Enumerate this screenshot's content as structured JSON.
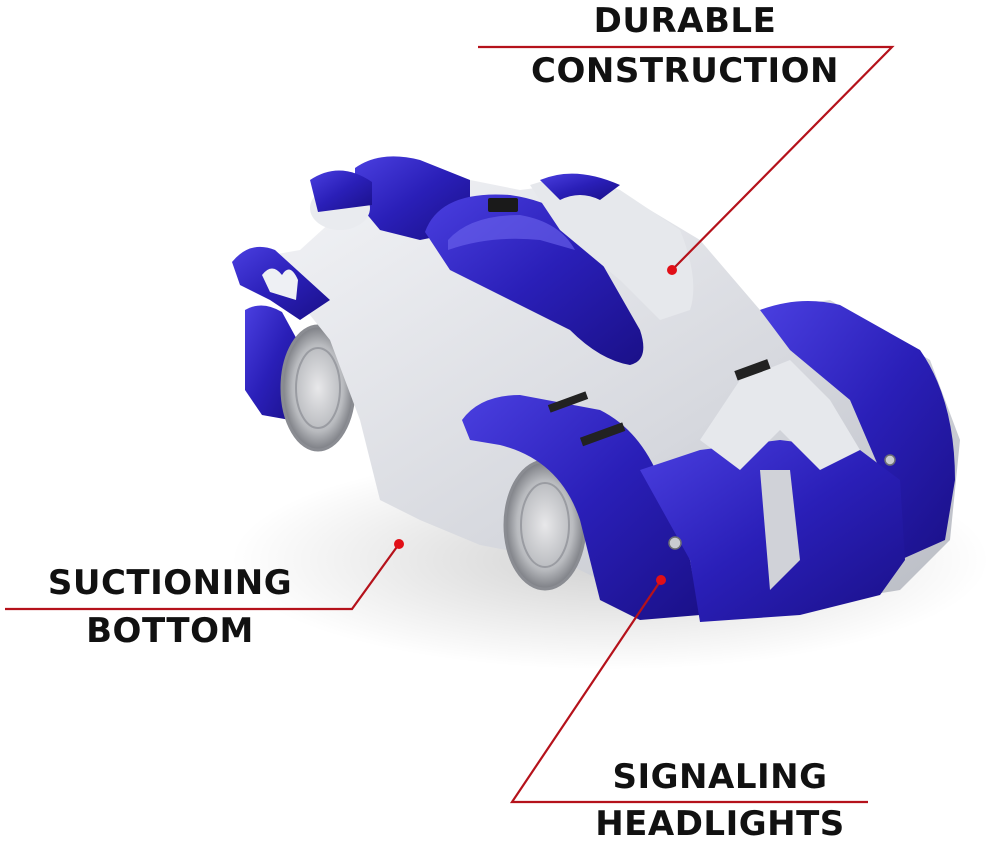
{
  "product": {
    "name": "remote-control-wall-climbing-car",
    "body_color": "#2a1fb8",
    "trim_color": "#d9dbe0"
  },
  "callouts": [
    {
      "id": "durable-construction",
      "line1": "DURABLE",
      "line2": "CONSTRUCTION",
      "dot": [
        672,
        270
      ],
      "elbow": [
        892,
        47
      ],
      "line_end": [
        478,
        47
      ]
    },
    {
      "id": "suctioning-bottom",
      "line1": "SUCTIONING",
      "line2": "BOTTOM",
      "dot": [
        399,
        544
      ],
      "elbow": [
        352,
        609
      ],
      "line_end": [
        5,
        609
      ]
    },
    {
      "id": "signaling-headlights",
      "line1": "SIGNALING",
      "line2": "HEADLIGHTS",
      "dot": [
        661,
        580
      ],
      "elbow": [
        512,
        802
      ],
      "line_end": [
        868,
        802
      ]
    }
  ],
  "colors": {
    "callout_line": "#b5121b",
    "callout_dot": "#e10f17",
    "label_text": "#111111",
    "background": "#ffffff"
  }
}
